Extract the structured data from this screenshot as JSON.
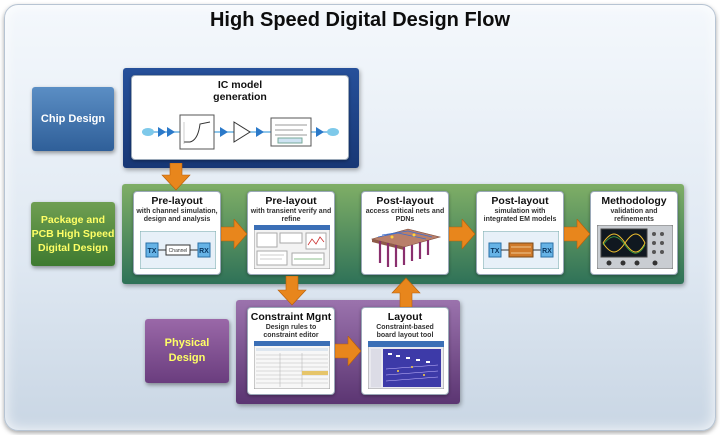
{
  "title": "High Speed Digital Design Flow",
  "side_labels": {
    "chip": "Chip Design",
    "package": "Package and PCB High Speed Digital Design",
    "physical": "Physical Design"
  },
  "ic": {
    "heading": "IC model generation"
  },
  "flow": [
    {
      "heading": "Pre-layout",
      "sub": "with channel simulation, design and analysis"
    },
    {
      "heading": "Pre-layout",
      "sub": "with transient verify and refine"
    },
    {
      "heading": "Post-layout",
      "sub": "access critical nets and PDNs"
    },
    {
      "heading": "Post-layout",
      "sub": "simulation with integrated EM models"
    },
    {
      "heading": "Methodology",
      "sub": "validation and refinements"
    }
  ],
  "physical": [
    {
      "heading": "Constraint Mgnt",
      "sub": "Design rules to constraint editor"
    },
    {
      "heading": "Layout",
      "sub": "Constraint-based board layout tool"
    }
  ],
  "diagram_labels": {
    "tx": "TX",
    "rx": "RX",
    "channel": "Channel"
  },
  "colors": {
    "chip_blue": "#2f5f99",
    "package_green": "#3e7a30",
    "physical_purple": "#6a3d7e",
    "arrow_orange": "#e8861c",
    "label_yellow": "#ffff66"
  }
}
